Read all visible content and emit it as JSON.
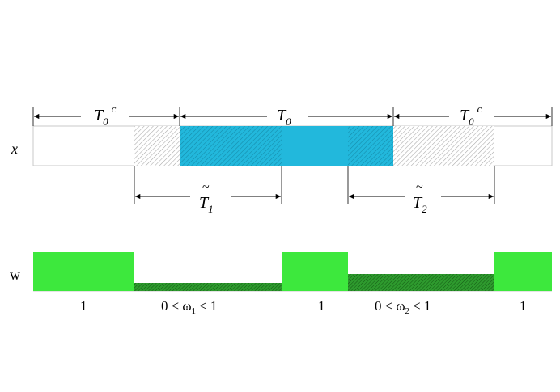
{
  "labels": {
    "x_row": "x",
    "w_row": "w",
    "T0c_left": {
      "base": "T",
      "sub": "0",
      "sup": "c"
    },
    "T0": {
      "base": "T",
      "sub": "0"
    },
    "T0c_right": {
      "base": "T",
      "sub": "0",
      "sup": "c"
    },
    "T1": {
      "tilde": "~",
      "base": "T",
      "sub": "1"
    },
    "T2": {
      "tilde": "~",
      "base": "T",
      "sub": "2"
    },
    "w_seg1": "1",
    "w_seg2": {
      "pre": "0 ≤ ω",
      "sub": "1",
      "post": " ≤ 1"
    },
    "w_seg3": "1",
    "w_seg4": {
      "pre": "0 ≤ ω",
      "sub": "2",
      "post": " ≤ 1"
    },
    "w_seg5": "1"
  },
  "colors": {
    "cyan_solid": "#22B8DC",
    "cyan_hatched": "#1EA8C8",
    "gray_hatch": "#A8A8A8",
    "green_bright": "#3DE83D",
    "green_dark": "#1E7A1E",
    "outline": "#C8C8C8"
  }
}
